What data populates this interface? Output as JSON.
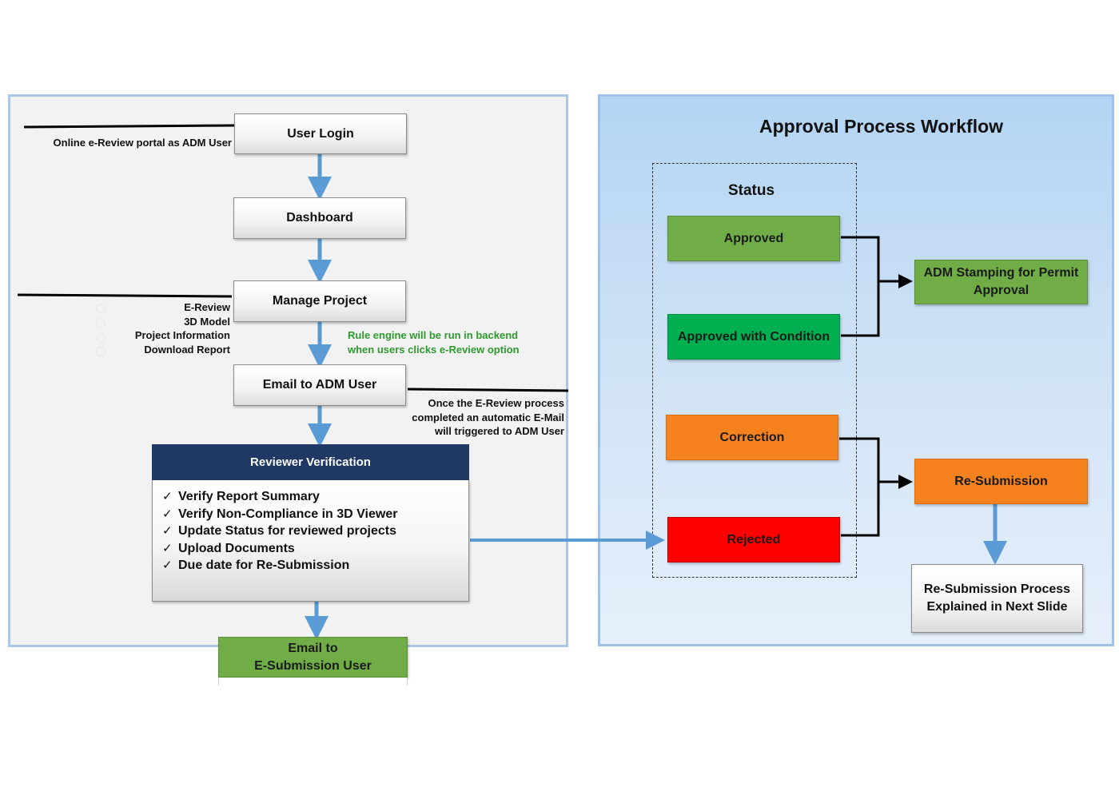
{
  "left_flow": {
    "steps": {
      "user_login": "User Login",
      "dashboard": "Dashboard",
      "manage_project": "Manage Project",
      "email_adm": "Email to ADM User",
      "email_esub_line1": "Email to",
      "email_esub_line2": "E-Submission User"
    },
    "notes": {
      "login_note": "Online e-Review portal as ADM User",
      "project_items": [
        "E-Review",
        "3D Model",
        "Project Information",
        "Download Report"
      ],
      "rule_engine_line1": "Rule engine will be run in backend",
      "rule_engine_line2": "when users clicks e-Review option",
      "email_note_line1": "Once the E-Review process",
      "email_note_line2": "completed an automatic E-Mail",
      "email_note_line3": "will triggered to ADM User"
    },
    "reviewer": {
      "title": "Reviewer Verification",
      "items": [
        "Verify Report Summary",
        "Verify Non-Compliance in 3D Viewer",
        "Update Status for reviewed projects",
        "Upload Documents",
        "Due date for Re-Submission"
      ],
      "check_glyph": "✓"
    }
  },
  "right_panel": {
    "title": "Approval Process Workflow",
    "status_title": "Status",
    "statuses": {
      "approved": "Approved",
      "approved_condition": "Approved with Condition",
      "correction": "Correction",
      "rejected": "Rejected"
    },
    "outcomes": {
      "stamping_line1": "ADM Stamping for Permit",
      "stamping_line2": "Approval",
      "resubmission": "Re-Submission",
      "next_line1": "Re-Submission Process",
      "next_line2": "Explained in Next Slide"
    }
  },
  "colors": {
    "arrow_blue": "#5b9bd5",
    "green": "#70ad47",
    "bright_green": "#00b050",
    "orange": "#f5821f",
    "red": "#ff0000",
    "navy": "#1f3864",
    "note_green": "#2e9a2e"
  }
}
